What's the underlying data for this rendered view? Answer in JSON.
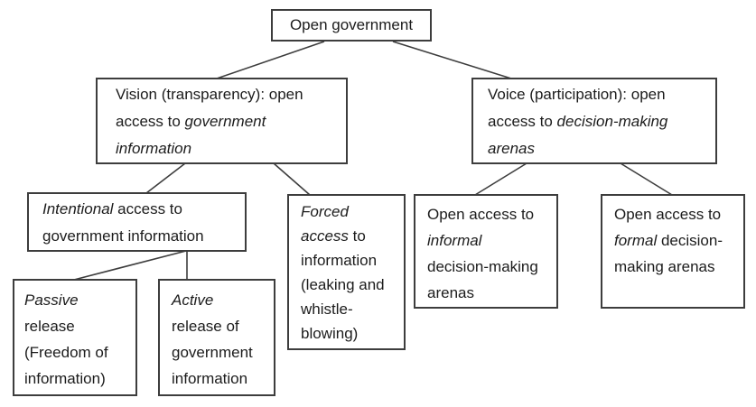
{
  "figure": {
    "type": "tree-diagram",
    "background": "#ffffff",
    "box_border_color": "#3d3d3d",
    "line_color": "#3d3d3d",
    "text_color": "#1c1c1c"
  },
  "nodes": {
    "open_government": {
      "lines": [
        {
          "t": "Open government"
        }
      ]
    },
    "vision": {
      "lines": [
        {
          "t": "Vision (transparency): open"
        },
        {
          "t": "access to ",
          "em": "government"
        },
        {
          "em": "information"
        }
      ]
    },
    "voice": {
      "lines": [
        {
          "t": "Voice (participation): open"
        },
        {
          "t": "access to ",
          "em": "decision-making"
        },
        {
          "em": "arenas"
        }
      ]
    },
    "intentional": {
      "lines": [
        {
          "em": "Intentional",
          "t": " access to"
        },
        {
          "t": "government information"
        }
      ]
    },
    "forced": {
      "lines": [
        {
          "em": "Forced"
        },
        {
          "em": "access",
          "t": " to"
        },
        {
          "t": "information"
        },
        {
          "t": "(leaking and"
        },
        {
          "t": "whistle-"
        },
        {
          "t": "blowing)"
        }
      ]
    },
    "informal": {
      "lines": [
        {
          "t": "Open access to"
        },
        {
          "em": "informal"
        },
        {
          "t": "decision-making"
        },
        {
          "t": "arenas"
        }
      ]
    },
    "formal": {
      "lines": [
        {
          "t": "Open access to"
        },
        {
          "em": "formal",
          "t": " decision-"
        },
        {
          "t": "making arenas"
        }
      ]
    },
    "passive": {
      "lines": [
        {
          "em": "Passive"
        },
        {
          "t": "release"
        },
        {
          "t": "(Freedom of"
        },
        {
          "t": "information)"
        }
      ]
    },
    "active": {
      "lines": [
        {
          "em": "Active"
        },
        {
          "t": "release of"
        },
        {
          "t": "government"
        },
        {
          "t": "information"
        }
      ]
    }
  },
  "edges": [
    {
      "from": "open_government",
      "to": "vision"
    },
    {
      "from": "open_government",
      "to": "voice"
    },
    {
      "from": "vision",
      "to": "intentional"
    },
    {
      "from": "vision",
      "to": "forced"
    },
    {
      "from": "voice",
      "to": "informal"
    },
    {
      "from": "voice",
      "to": "formal"
    },
    {
      "from": "intentional",
      "to": "passive"
    },
    {
      "from": "intentional",
      "to": "active"
    }
  ]
}
